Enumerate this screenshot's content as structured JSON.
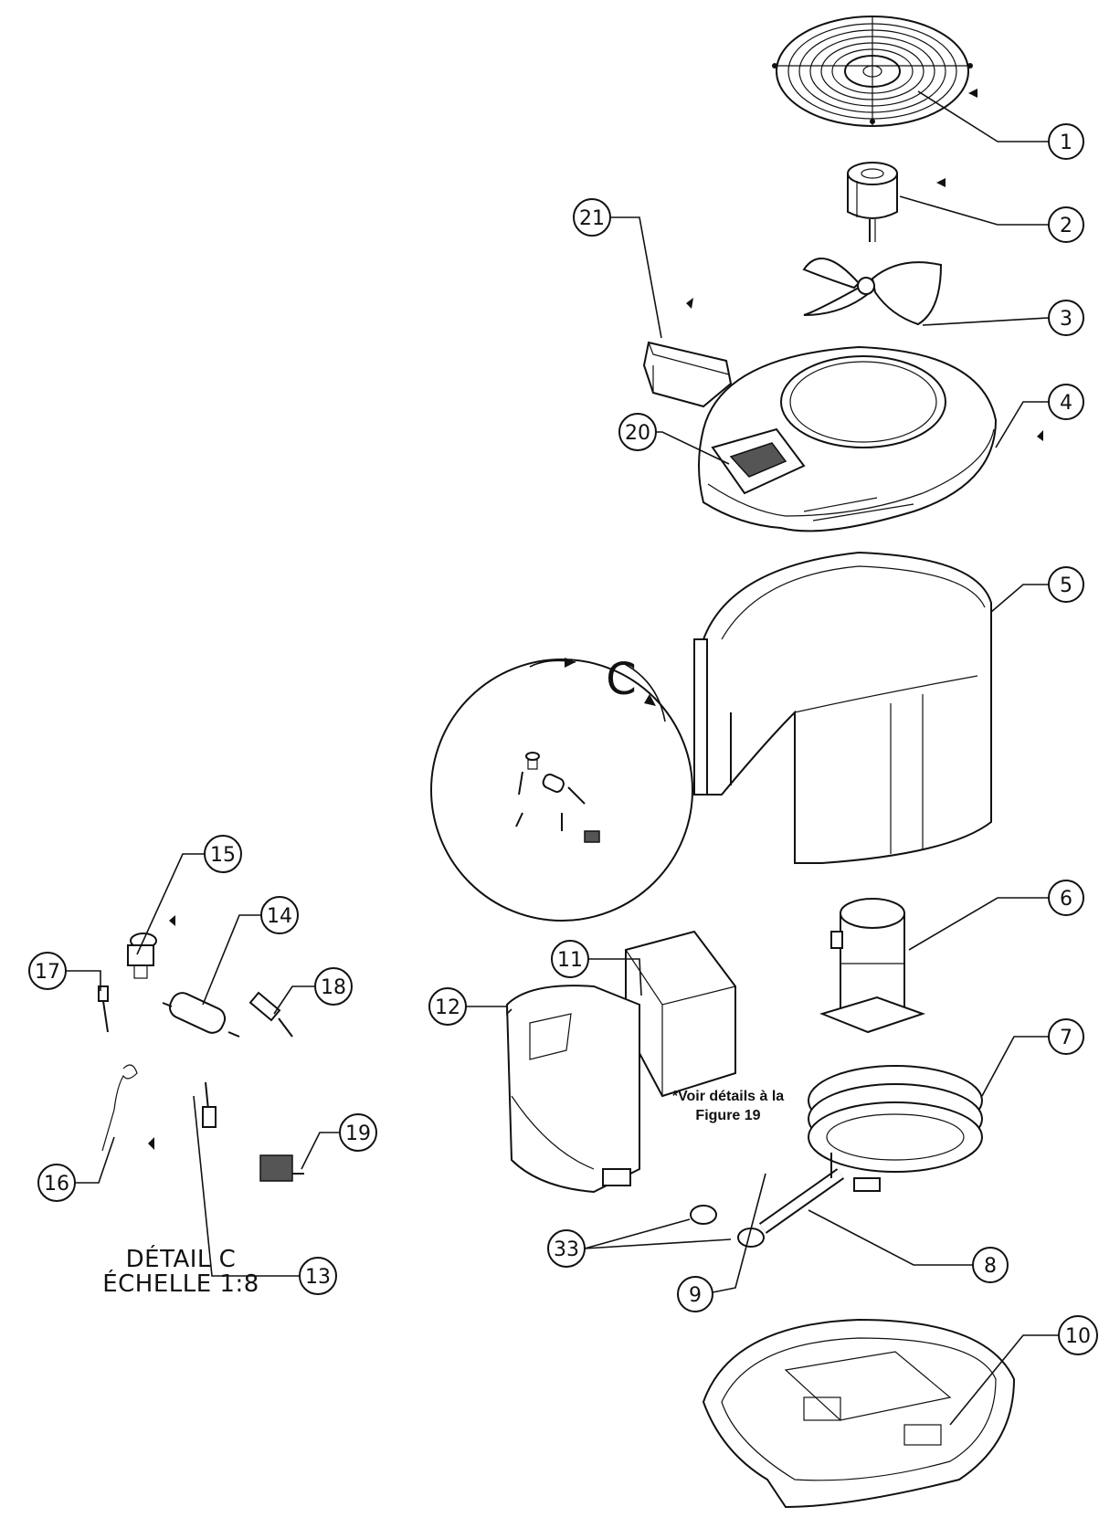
{
  "diagram": {
    "callouts": [
      {
        "id": "c1",
        "label": "1"
      },
      {
        "id": "c2",
        "label": "2"
      },
      {
        "id": "c3",
        "label": "3"
      },
      {
        "id": "c4",
        "label": "4"
      },
      {
        "id": "c5",
        "label": "5"
      },
      {
        "id": "c6",
        "label": "6"
      },
      {
        "id": "c7",
        "label": "7"
      },
      {
        "id": "c8",
        "label": "8"
      },
      {
        "id": "c9",
        "label": "9"
      },
      {
        "id": "c10",
        "label": "10"
      },
      {
        "id": "c11",
        "label": "11"
      },
      {
        "id": "c12",
        "label": "12"
      },
      {
        "id": "c13",
        "label": "13"
      },
      {
        "id": "c14",
        "label": "14"
      },
      {
        "id": "c15",
        "label": "15"
      },
      {
        "id": "c16",
        "label": "16"
      },
      {
        "id": "c17",
        "label": "17"
      },
      {
        "id": "c18",
        "label": "18"
      },
      {
        "id": "c19",
        "label": "19"
      },
      {
        "id": "c20",
        "label": "20"
      },
      {
        "id": "c21",
        "label": "21"
      },
      {
        "id": "c33",
        "label": "33"
      }
    ],
    "detail_marker": "C",
    "detail_title_line1": "DÉTAIL C",
    "detail_title_line2": "ÉCHELLE 1:8",
    "note_line1": "*Voir détails à la",
    "note_line2": "Figure 19"
  }
}
